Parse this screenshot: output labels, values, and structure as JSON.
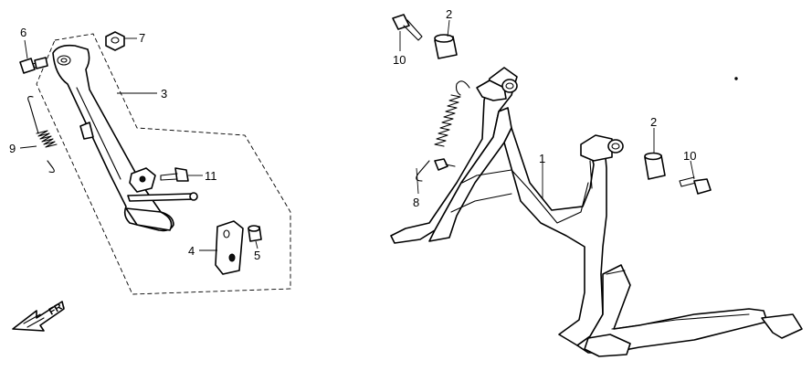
{
  "callouts": {
    "c1": "1",
    "c2a": "2",
    "c2b": "2",
    "c3": "3",
    "c4": "4",
    "c5": "5",
    "c6": "6",
    "c7": "7",
    "c8": "8",
    "c9": "9",
    "c10a": "10",
    "c10b": "10",
    "c11": "11"
  },
  "front_indicator": "FR."
}
